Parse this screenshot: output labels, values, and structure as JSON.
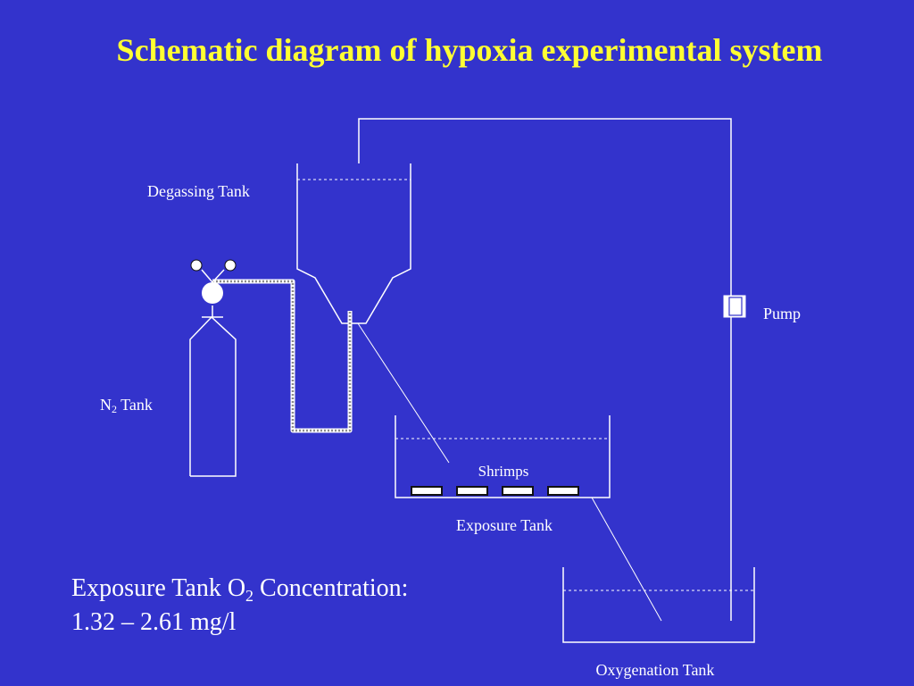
{
  "slide": {
    "title": "Schematic diagram of hypoxia experimental system"
  },
  "labels": {
    "degassing_tank": "Degassing Tank",
    "pump": "Pump",
    "n2_tank_prefix": "N",
    "n2_tank_sub": "2",
    "n2_tank_suffix": " Tank",
    "shrimps": "Shrimps",
    "exposure_tank": "Exposure Tank",
    "oxygenation_tank": "Oxygenation Tank"
  },
  "note": {
    "line1_prefix": "Exposure Tank O",
    "line1_sub": "2",
    "line1_suffix": " Concentration:",
    "line2": "1.32 – 2.61 mg/l"
  },
  "colors": {
    "background": "#3333cc",
    "title": "#ffff33",
    "line": "#ffffff",
    "tubing": "#c8c8c8"
  }
}
